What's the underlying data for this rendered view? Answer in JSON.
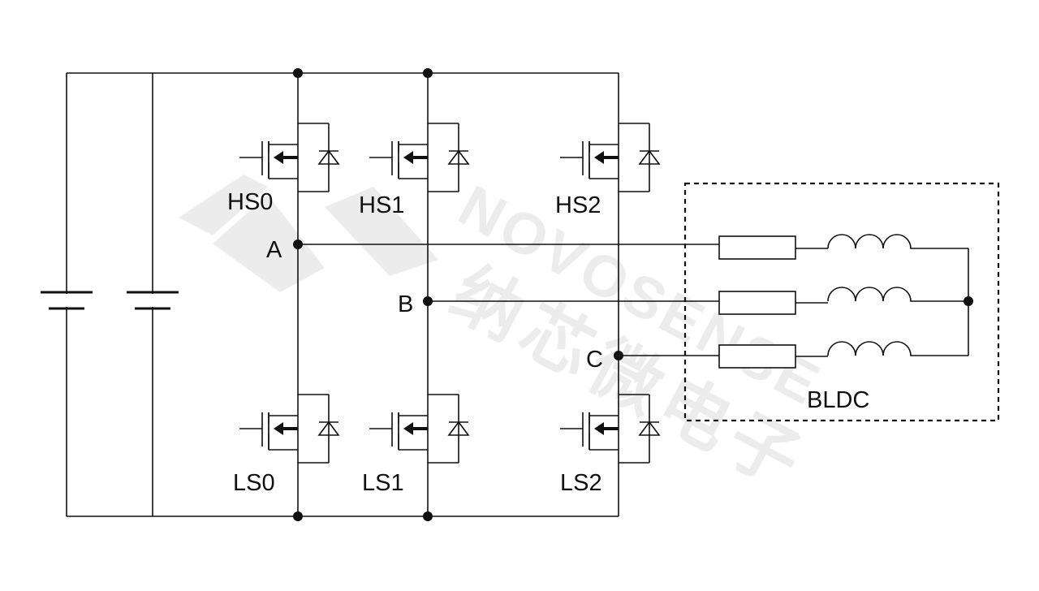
{
  "watermark": {
    "brand_latin": "NOVOSENSE",
    "brand_cjk": "纳芯微电子",
    "color": "#ececec",
    "logo": "novosense-logo-icon"
  },
  "colors": {
    "wire": "#111111",
    "background": "#ffffff"
  },
  "nodes": {
    "a": "A",
    "b": "B",
    "c": "C"
  },
  "switches": {
    "hs0": "HS0",
    "hs1": "HS1",
    "hs2": "HS2",
    "ls0": "LS0",
    "ls1": "LS1",
    "ls2": "LS2"
  },
  "motor": {
    "label": "BLDC"
  },
  "icons": {
    "battery": "battery-icon",
    "mosfet": "mosfet-icon",
    "diode": "diode-icon",
    "resistor": "resistor-icon",
    "inductor": "inductor-icon",
    "junction": "junction-dot-icon"
  }
}
